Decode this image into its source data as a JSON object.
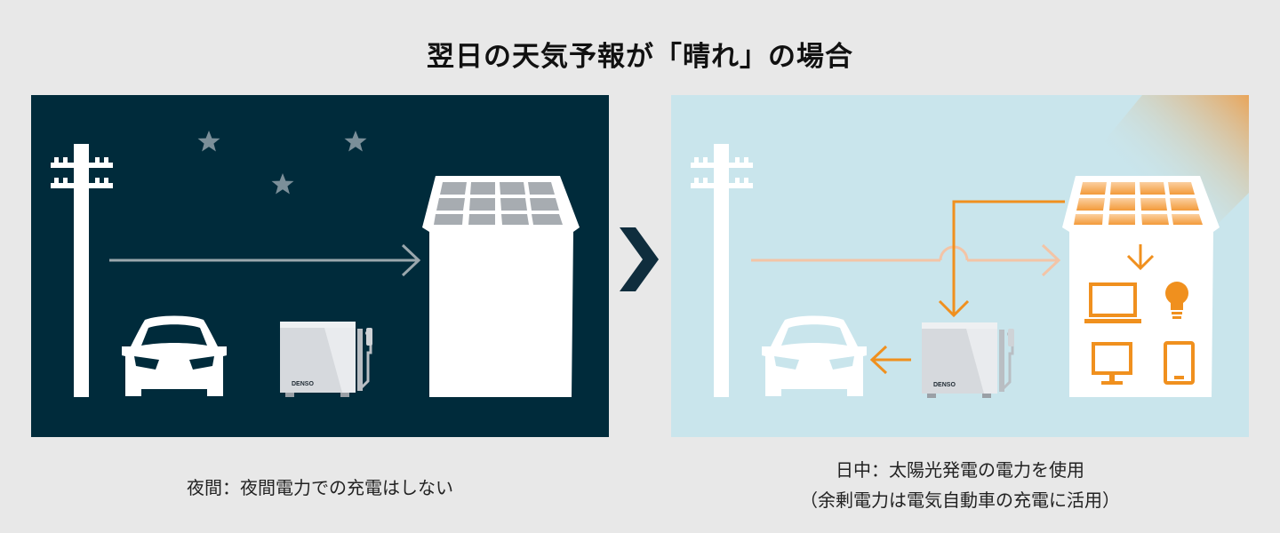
{
  "title": "翌日の天気予報が「晴れ」の場合",
  "night": {
    "caption": "夜間：夜間電力での充電はしない",
    "battery_brand": "DENSO"
  },
  "day": {
    "caption_line1": "日中：太陽光発電の電力を使用",
    "caption_line2": "（余剰電力は電気自動車の充電に活用）",
    "battery_brand": "DENSO"
  },
  "colors": {
    "night_bg": "#002b3b",
    "day_bg": "#c9e5ec",
    "accent_orange": "#f0901e",
    "page_bg": "#e8e8e8"
  },
  "icons": {
    "separator": "chevron-right-icon"
  }
}
